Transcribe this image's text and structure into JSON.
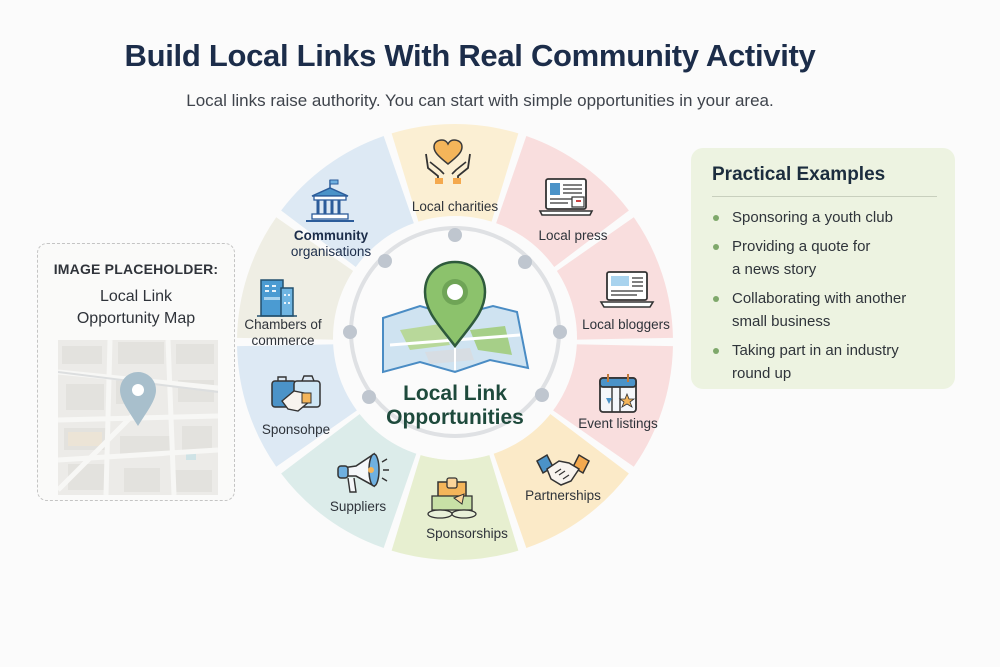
{
  "header": {
    "title": "Build Local Links With Real Community Activity",
    "subtitle": "Local links raise authority. You can start with simple opportunities in your area."
  },
  "wheel": {
    "center": {
      "title_line1": "Local Link",
      "title_line2": "Opportunities",
      "icon": "map-pin-on-map-icon"
    },
    "segments": [
      {
        "label": "Local charities",
        "icon": "heart-hands-icon",
        "color": "#fbefd3"
      },
      {
        "label": "Local press",
        "icon": "newspaper-laptop-icon",
        "color": "#f9dede"
      },
      {
        "label": "Local bloggers",
        "icon": "laptop-icon",
        "color": "#f9dede"
      },
      {
        "label": "Event listings",
        "icon": "calendar-icon",
        "color": "#f9dede"
      },
      {
        "label": "Partnerships",
        "icon": "handshake-icon",
        "color": "#fbeac8"
      },
      {
        "label": "Sponsorships",
        "icon": "gift-box-icon",
        "color": "#e7efd0"
      },
      {
        "label": "Suppliers",
        "icon": "megaphone-icon",
        "color": "#dcecea"
      },
      {
        "label": "Sponsohpe",
        "icon": "briefcase-handshake-icon",
        "color": "#dde9f4"
      },
      {
        "label": "Chambers of commerce",
        "label_line1": "Chambers of",
        "label_line2": "commerce",
        "icon": "office-building-icon",
        "color": "#efeee4"
      },
      {
        "label": "Community organisations",
        "label_line1": "Community",
        "label_line2": "organisations",
        "icon": "civic-building-icon",
        "color": "#dde9f4"
      }
    ]
  },
  "placeholder": {
    "kicker": "IMAGE PLACEHOLDER:",
    "title_line1": "Local Link",
    "title_line2": "Opportunity Map",
    "icon": "map-pin-icon"
  },
  "examples": {
    "title": "Practical Examples",
    "items": [
      {
        "line1": "Sponsoring a youth club",
        "line2": ""
      },
      {
        "line1": "Providing a quote for",
        "line2": "a news story"
      },
      {
        "line1": "Collaborating with another",
        "line2": "small business"
      },
      {
        "line1": "Taking part in an industry",
        "line2": "round up"
      }
    ],
    "bullet_color": "#7fa86b"
  }
}
